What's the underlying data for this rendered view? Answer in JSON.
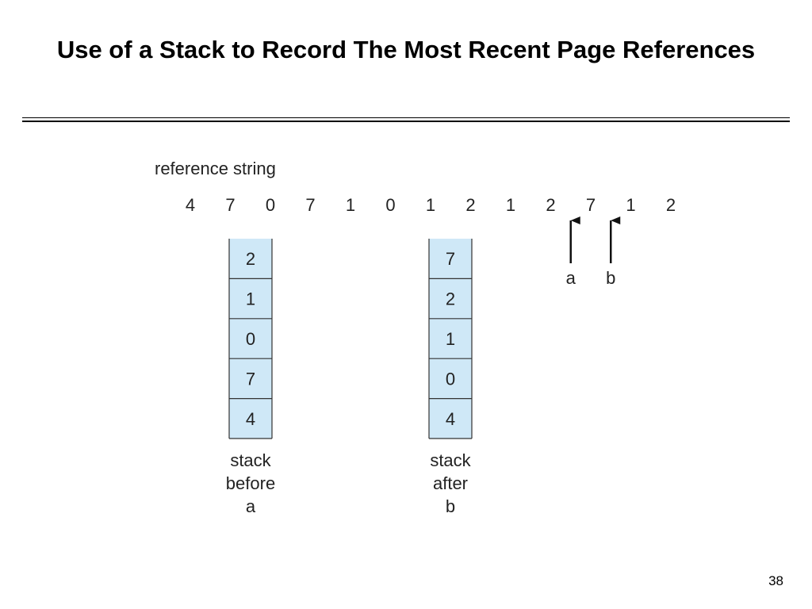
{
  "slide": {
    "title": "Use of a Stack to Record The Most Recent Page References",
    "page_number": "38"
  },
  "diagram": {
    "reference_label": "reference string",
    "reference_string": [
      "4",
      "7",
      "0",
      "7",
      "1",
      "0",
      "1",
      "2",
      "1",
      "2",
      "7",
      "1",
      "2"
    ],
    "markers": [
      {
        "label": "a",
        "after_index": 9
      },
      {
        "label": "b",
        "after_index": 10
      }
    ],
    "stacks": [
      {
        "cells": [
          "2",
          "1",
          "0",
          "7",
          "4"
        ],
        "caption": [
          "stack",
          "before",
          "a"
        ]
      },
      {
        "cells": [
          "7",
          "2",
          "1",
          "0",
          "4"
        ],
        "caption": [
          "stack",
          "after",
          "b"
        ]
      }
    ],
    "colors": {
      "cell_fill": "#cfe8f7",
      "cell_stroke": "#333333",
      "arrow": "#111111"
    }
  }
}
